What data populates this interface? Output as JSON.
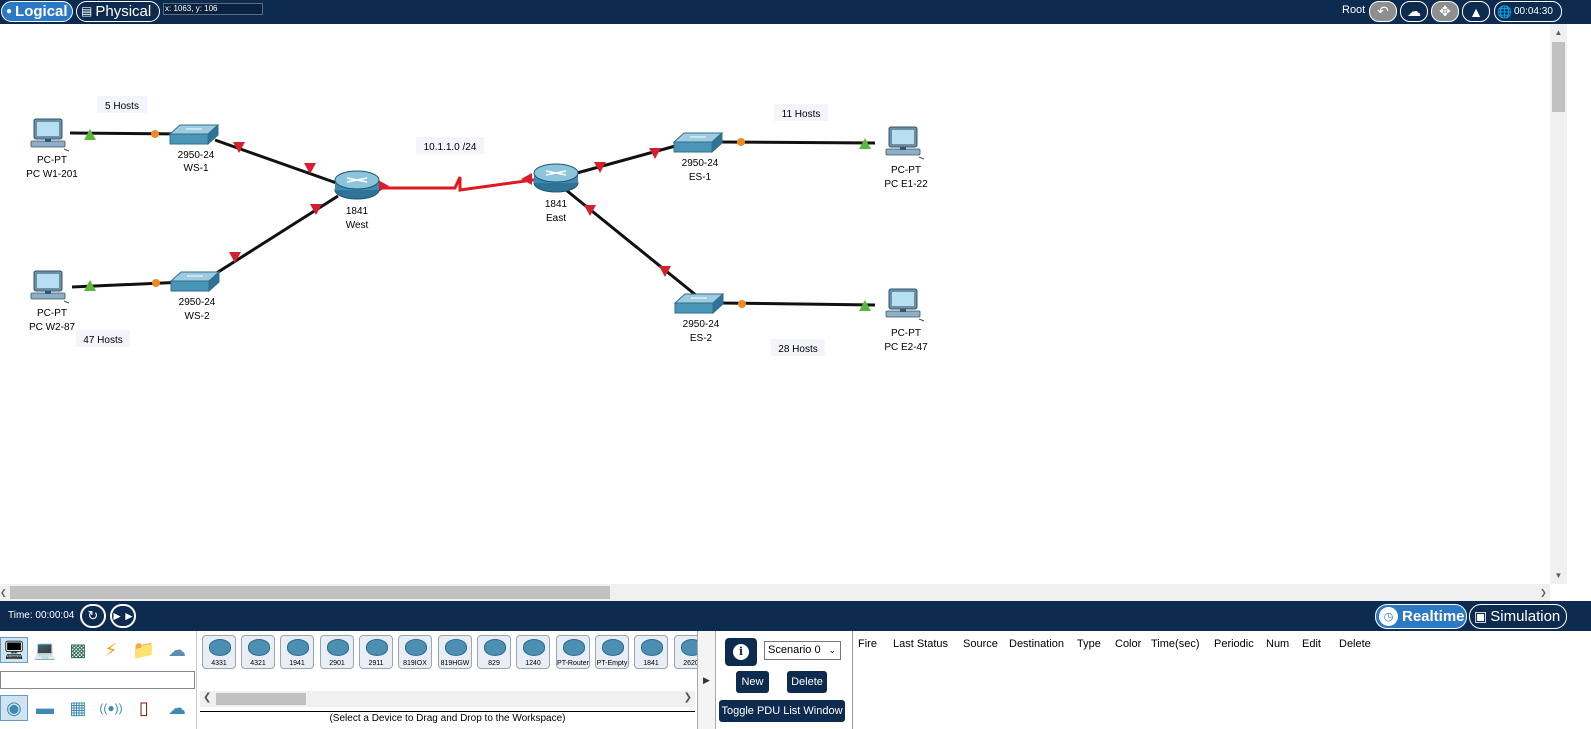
{
  "topbar": {
    "logical_label": "Logical",
    "physical_label": "Physical",
    "coordinates": "x: 1063, y: 106",
    "root_label": "Root",
    "clock": "00:04:30",
    "icons": [
      "back-arrow-icon",
      "cloud-add-icon",
      "move-icon",
      "image-icon",
      "clock-globe-icon"
    ]
  },
  "topology": {
    "devices": [
      {
        "id": "pc-w1",
        "type": "pc",
        "model": "PC-PT",
        "name": "PC W1-201"
      },
      {
        "id": "ws1",
        "type": "switch",
        "model": "2950-24",
        "name": "WS-1"
      },
      {
        "id": "pc-w2",
        "type": "pc",
        "model": "PC-PT",
        "name": "PC W2-87"
      },
      {
        "id": "ws2",
        "type": "switch",
        "model": "2950-24",
        "name": "WS-2"
      },
      {
        "id": "west",
        "type": "router",
        "model": "1841",
        "name": "West"
      },
      {
        "id": "east",
        "type": "router",
        "model": "1841",
        "name": "East"
      },
      {
        "id": "es1",
        "type": "switch",
        "model": "2950-24",
        "name": "ES-1"
      },
      {
        "id": "es2",
        "type": "switch",
        "model": "2950-24",
        "name": "ES-2"
      },
      {
        "id": "pc-e1",
        "type": "pc",
        "model": "PC-PT",
        "name": "PC E1-22"
      },
      {
        "id": "pc-e2",
        "type": "pc",
        "model": "PC-PT",
        "name": "PC E2-47"
      }
    ],
    "annotations": [
      "5 Hosts",
      "47 Hosts",
      "10.1.1.0 /24",
      "11 Hosts",
      "28 Hosts"
    ]
  },
  "timebar": {
    "time_text": "Time: 00:00:04",
    "realtime_label": "Realtime",
    "simulation_label": "Simulation"
  },
  "device_list": {
    "models": [
      "4331",
      "4321",
      "1941",
      "2901",
      "2911",
      "819IOX",
      "819HGW",
      "829",
      "1240",
      "PT-Router",
      "PT-Empty",
      "1841",
      "2620"
    ],
    "caption": "(Select a Device to Drag and Drop to the Workspace)"
  },
  "pdu": {
    "scenario": "Scenario 0",
    "new_label": "New",
    "delete_label": "Delete",
    "toggle_label": "Toggle PDU List Window",
    "columns": [
      "Fire",
      "Last Status",
      "Source",
      "Destination",
      "Type",
      "Color",
      "Time(sec)",
      "Periodic",
      "Num",
      "Edit",
      "Delete"
    ]
  },
  "colors": {
    "bar_bg": "#0d2a4f",
    "accent": "#2b78c4",
    "link_ethernet": "#111111",
    "link_serial": "#e0191e",
    "port_down": "#d41f2e",
    "port_up": "#5ab83a",
    "port_pending": "#f08a1c"
  }
}
